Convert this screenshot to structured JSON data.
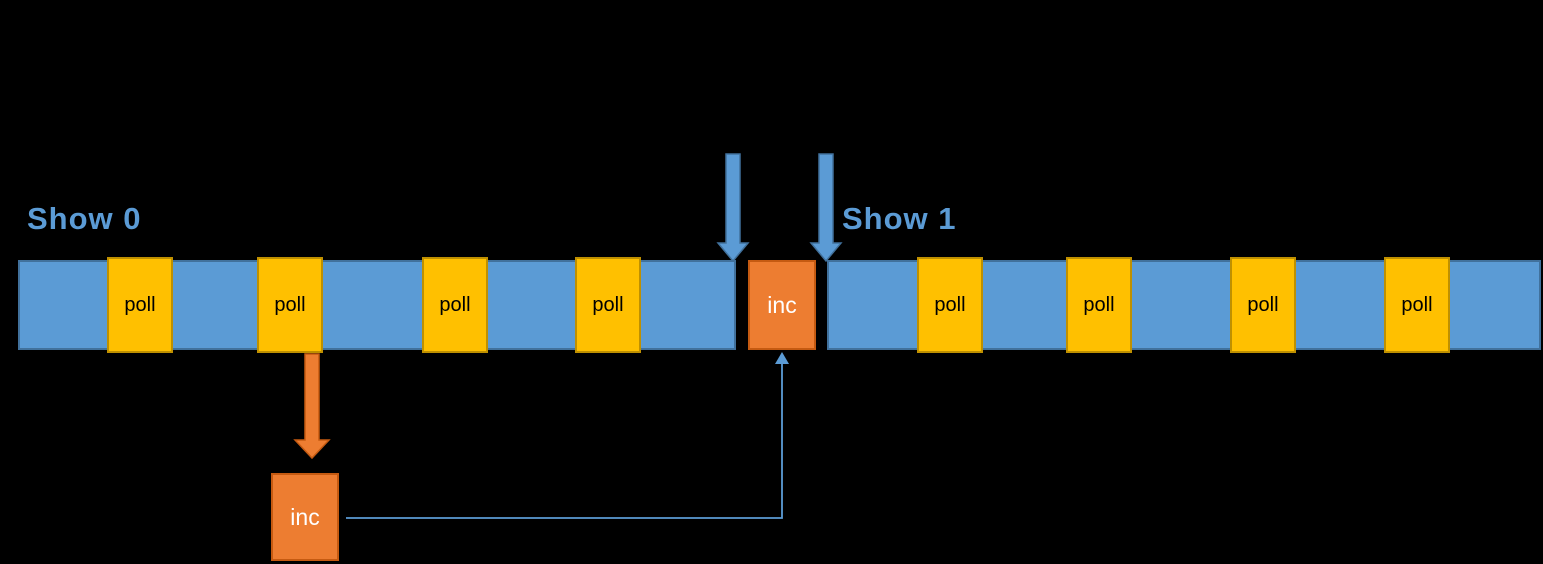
{
  "diagram": {
    "background": "#000000",
    "labels": {
      "show0": "Show 0",
      "show1": "Show 1"
    },
    "timeline1": {
      "name": "show0-timeline",
      "poll_blocks": [
        {
          "label": "poll"
        },
        {
          "label": "poll"
        },
        {
          "label": "poll"
        },
        {
          "label": "poll"
        }
      ]
    },
    "inc_timeline": {
      "label": "inc"
    },
    "timeline2": {
      "name": "show1-timeline",
      "poll_blocks": [
        {
          "label": "poll"
        },
        {
          "label": "poll"
        },
        {
          "label": "poll"
        },
        {
          "label": "poll"
        }
      ]
    },
    "inc_deferred": {
      "label": "inc"
    },
    "icons": {
      "show0_boundary_arrow": "down-arrow",
      "show1_boundary_arrow": "down-arrow",
      "poll_to_inc_arrow": "down-arrow",
      "deferred-inc-return-arrow": "elbow-up-arrow"
    },
    "colors": {
      "timeline_fill": "#5B9BD5",
      "timeline_border": "#41719C",
      "poll_fill": "#FFC000",
      "poll_border": "#BF9000",
      "inc_fill": "#ED7D31",
      "inc_border": "#C55A11",
      "show_label_text": "#5B9BD5",
      "poll_text": "#000000",
      "inc_text": "#FFFFFF",
      "connector_line": "#5B9BD5"
    }
  }
}
